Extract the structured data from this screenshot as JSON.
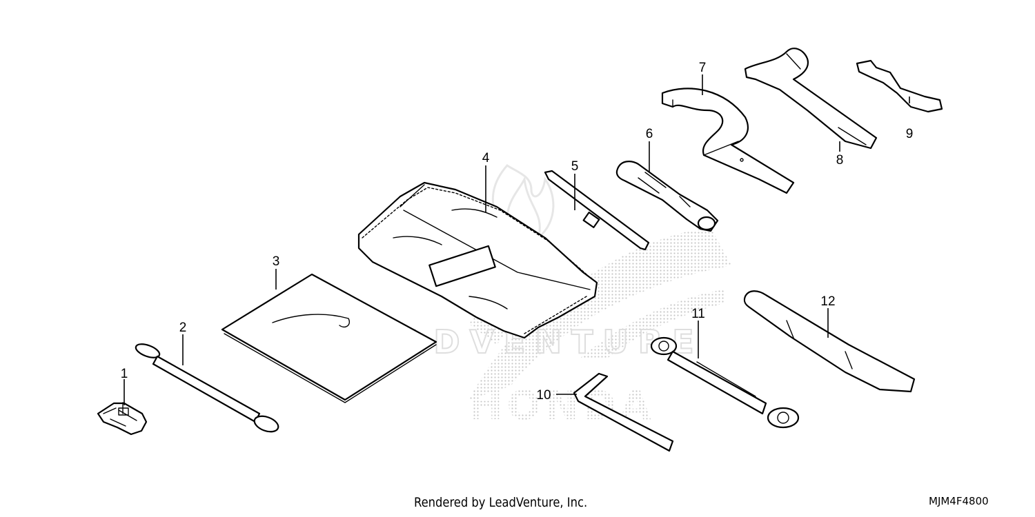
{
  "diagram": {
    "callouts": [
      {
        "number": "1"
      },
      {
        "number": "2"
      },
      {
        "number": "3"
      },
      {
        "number": "4"
      },
      {
        "number": "5"
      },
      {
        "number": "6"
      },
      {
        "number": "7"
      },
      {
        "number": "8"
      },
      {
        "number": "9"
      },
      {
        "number": "10"
      },
      {
        "number": "11"
      },
      {
        "number": "12"
      }
    ],
    "watermark": {
      "brand_text": "LEADVENTURE",
      "logo_text": "HONDA"
    }
  },
  "footer": {
    "credit": "Rendered by LeadVenture, Inc.",
    "diagram_code": "MJM4F4800"
  }
}
